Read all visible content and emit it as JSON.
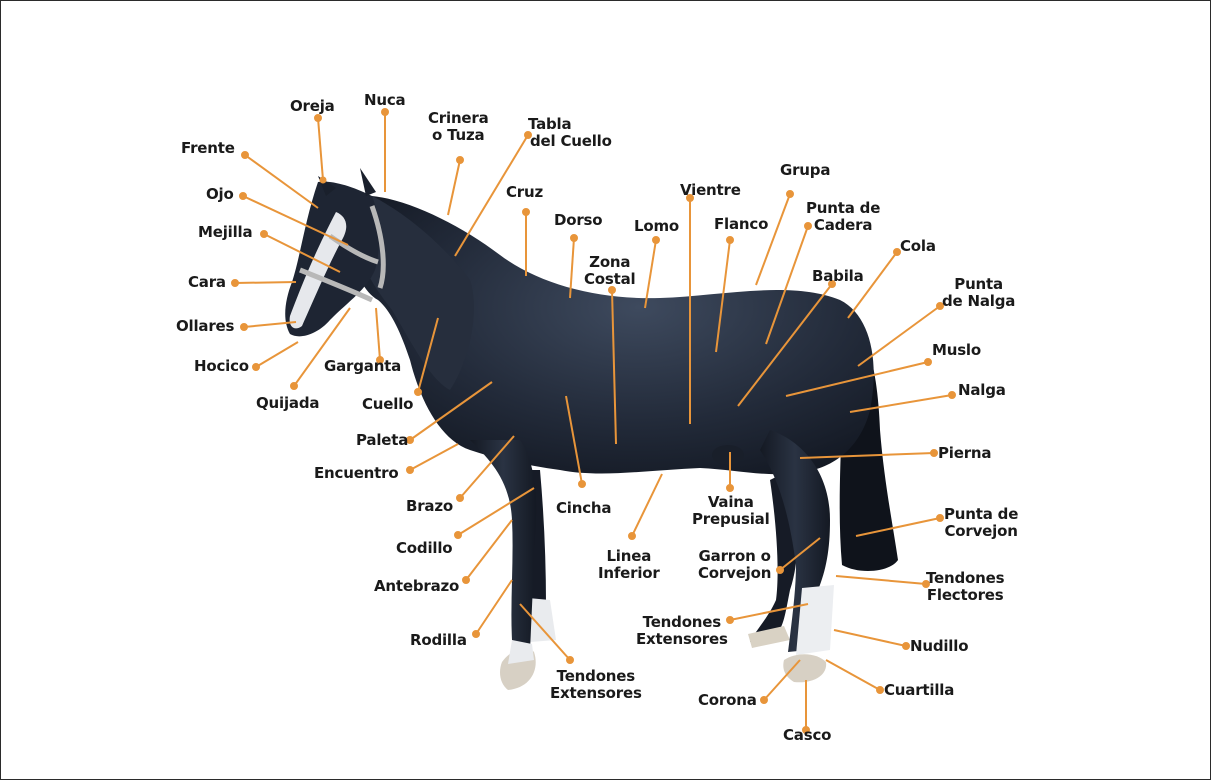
{
  "labels": {
    "oreja": "Oreja",
    "nuca": "Nuca",
    "crinera": [
      "Crinera",
      "o Tuza"
    ],
    "tabla": [
      "Tabla",
      "del Cuello"
    ],
    "frente": "Frente",
    "ojo": "Ojo",
    "mejilla": "Mejilla",
    "cara": "Cara",
    "ollares": "Ollares",
    "hocico": "Hocico",
    "quijada": "Quijada",
    "garganta": "Garganta",
    "cuello": "Cuello",
    "paleta": "Paleta",
    "encuentro": "Encuentro",
    "brazo": "Brazo",
    "codillo": "Codillo",
    "antebrazo": "Antebrazo",
    "rodilla": "Rodilla",
    "tendones_ext_front": [
      "Tendones",
      "Extensores"
    ],
    "cruz": "Cruz",
    "dorso": "Dorso",
    "zona_costal": [
      "Zona",
      "Costal"
    ],
    "lomo": "Lomo",
    "vientre": "Vientre",
    "flanco": "Flanco",
    "grupa": "Grupa",
    "punta_cadera": [
      "Punta de",
      "Cadera"
    ],
    "cola": "Cola",
    "babila": "Babila",
    "punta_nalga": [
      "Punta",
      "de Nalga"
    ],
    "muslo": "Muslo",
    "nalga": "Nalga",
    "pierna": "Pierna",
    "punta_corvejon": [
      "Punta de",
      "Corvejon"
    ],
    "tendones_flectores": [
      "Tendones",
      "Flectores"
    ],
    "nudillo": "Nudillo",
    "cuartilla": "Cuartilla",
    "casco": "Casco",
    "corona": "Corona",
    "tendones_ext_hind": [
      "Tendones",
      "Extensores"
    ],
    "garron": [
      "Garron o",
      "Corvejon"
    ],
    "linea_inferior": [
      "Linea",
      "Inferior"
    ],
    "vaina": [
      "Vaina",
      "Prepusial"
    ],
    "cincha": "Cincha"
  },
  "colors": {
    "leader": "#e8953a",
    "horse_body": "#1c2230",
    "horse_highlight": "#3b4658",
    "white_markings": "#eef0f2",
    "text": "#1a1a1a"
  }
}
